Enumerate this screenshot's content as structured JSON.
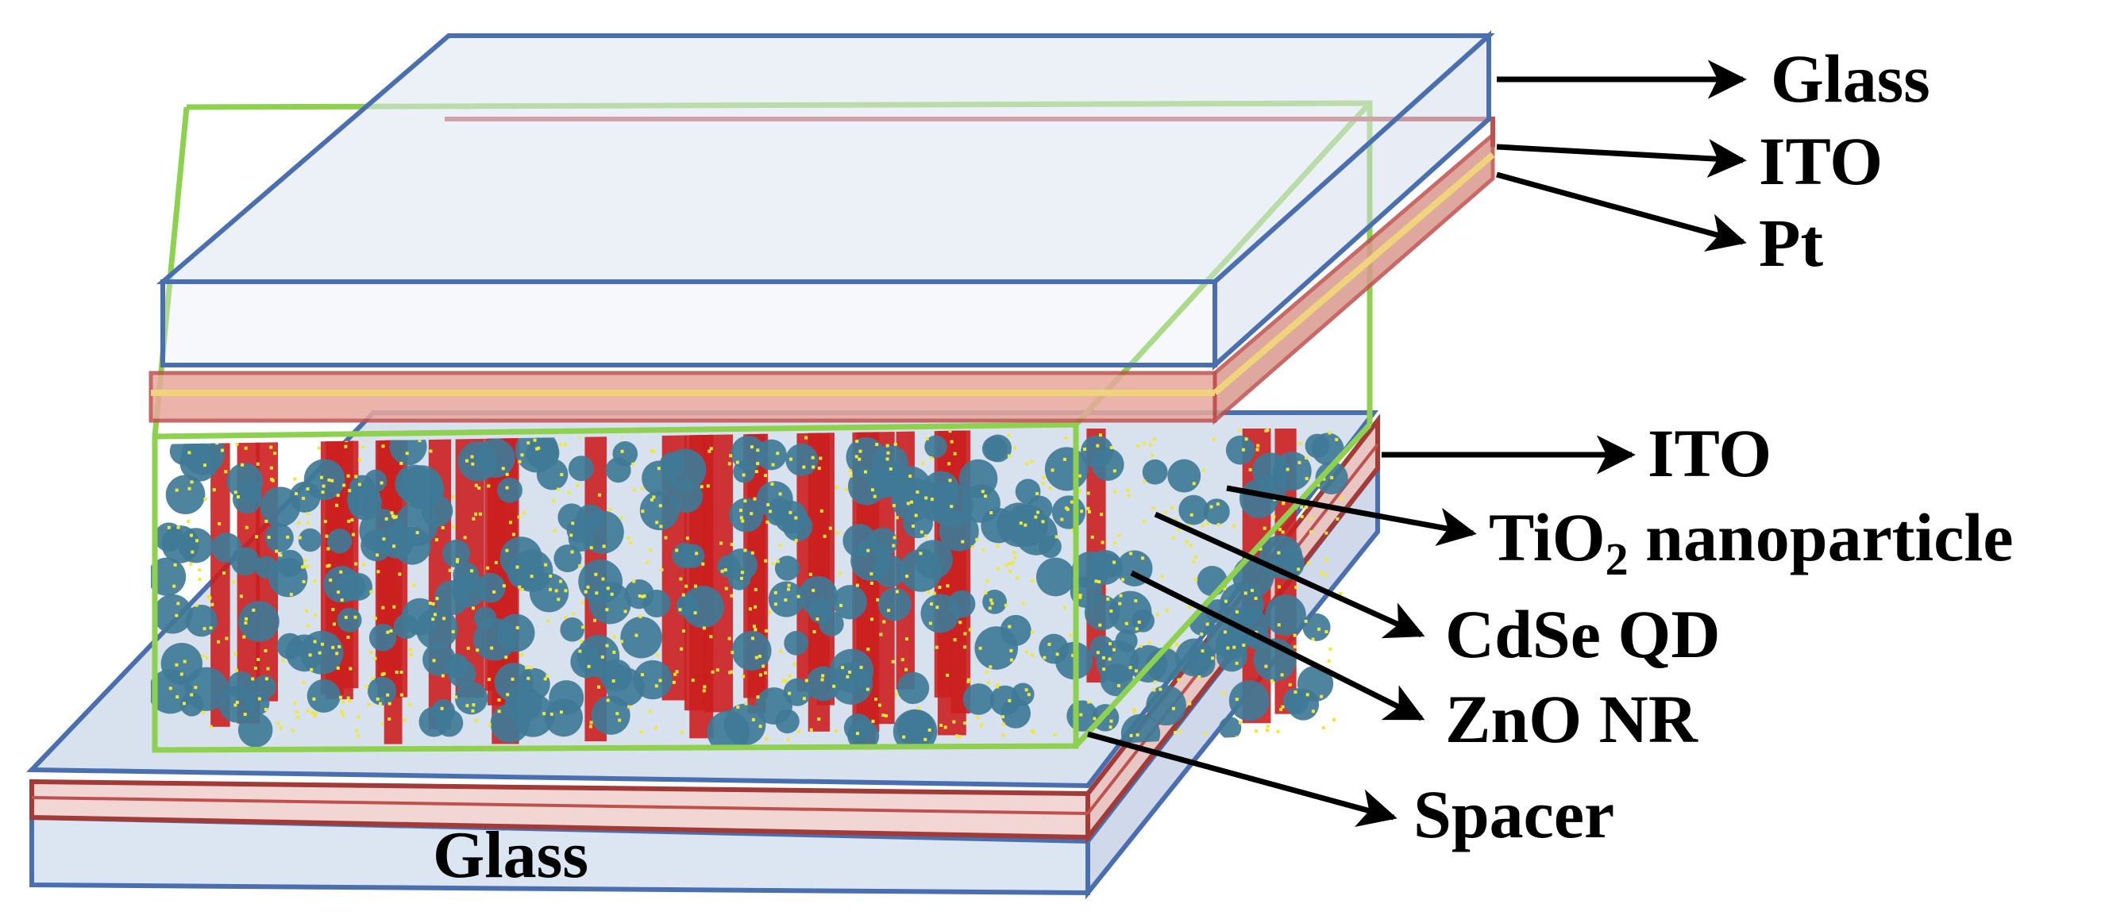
{
  "diagram": {
    "labels": {
      "top_glass": "Glass",
      "top_ito": "ITO",
      "pt": "Pt",
      "bottom_ito": "ITO",
      "tio2_prefix": "TiO",
      "tio2_sub": "2",
      "tio2_suffix": " nanoparticle",
      "cdse": "CdSe QD",
      "zno": "ZnO NR",
      "spacer": "Spacer",
      "bottom_glass": "Glass"
    },
    "colors": {
      "glass_edge": "#4a6fb0",
      "glass_fill": "#dde6f2",
      "ito": "#c0504d",
      "ito_fill": "#e8b4b0",
      "spacer": "#8ed14f",
      "nanorod": "#cc1f1f",
      "nanoparticle": "#3f7a96",
      "quantum_dot": "#f2e832",
      "arrow": "#000000"
    },
    "icons": [
      "arrow-right-icon"
    ]
  }
}
